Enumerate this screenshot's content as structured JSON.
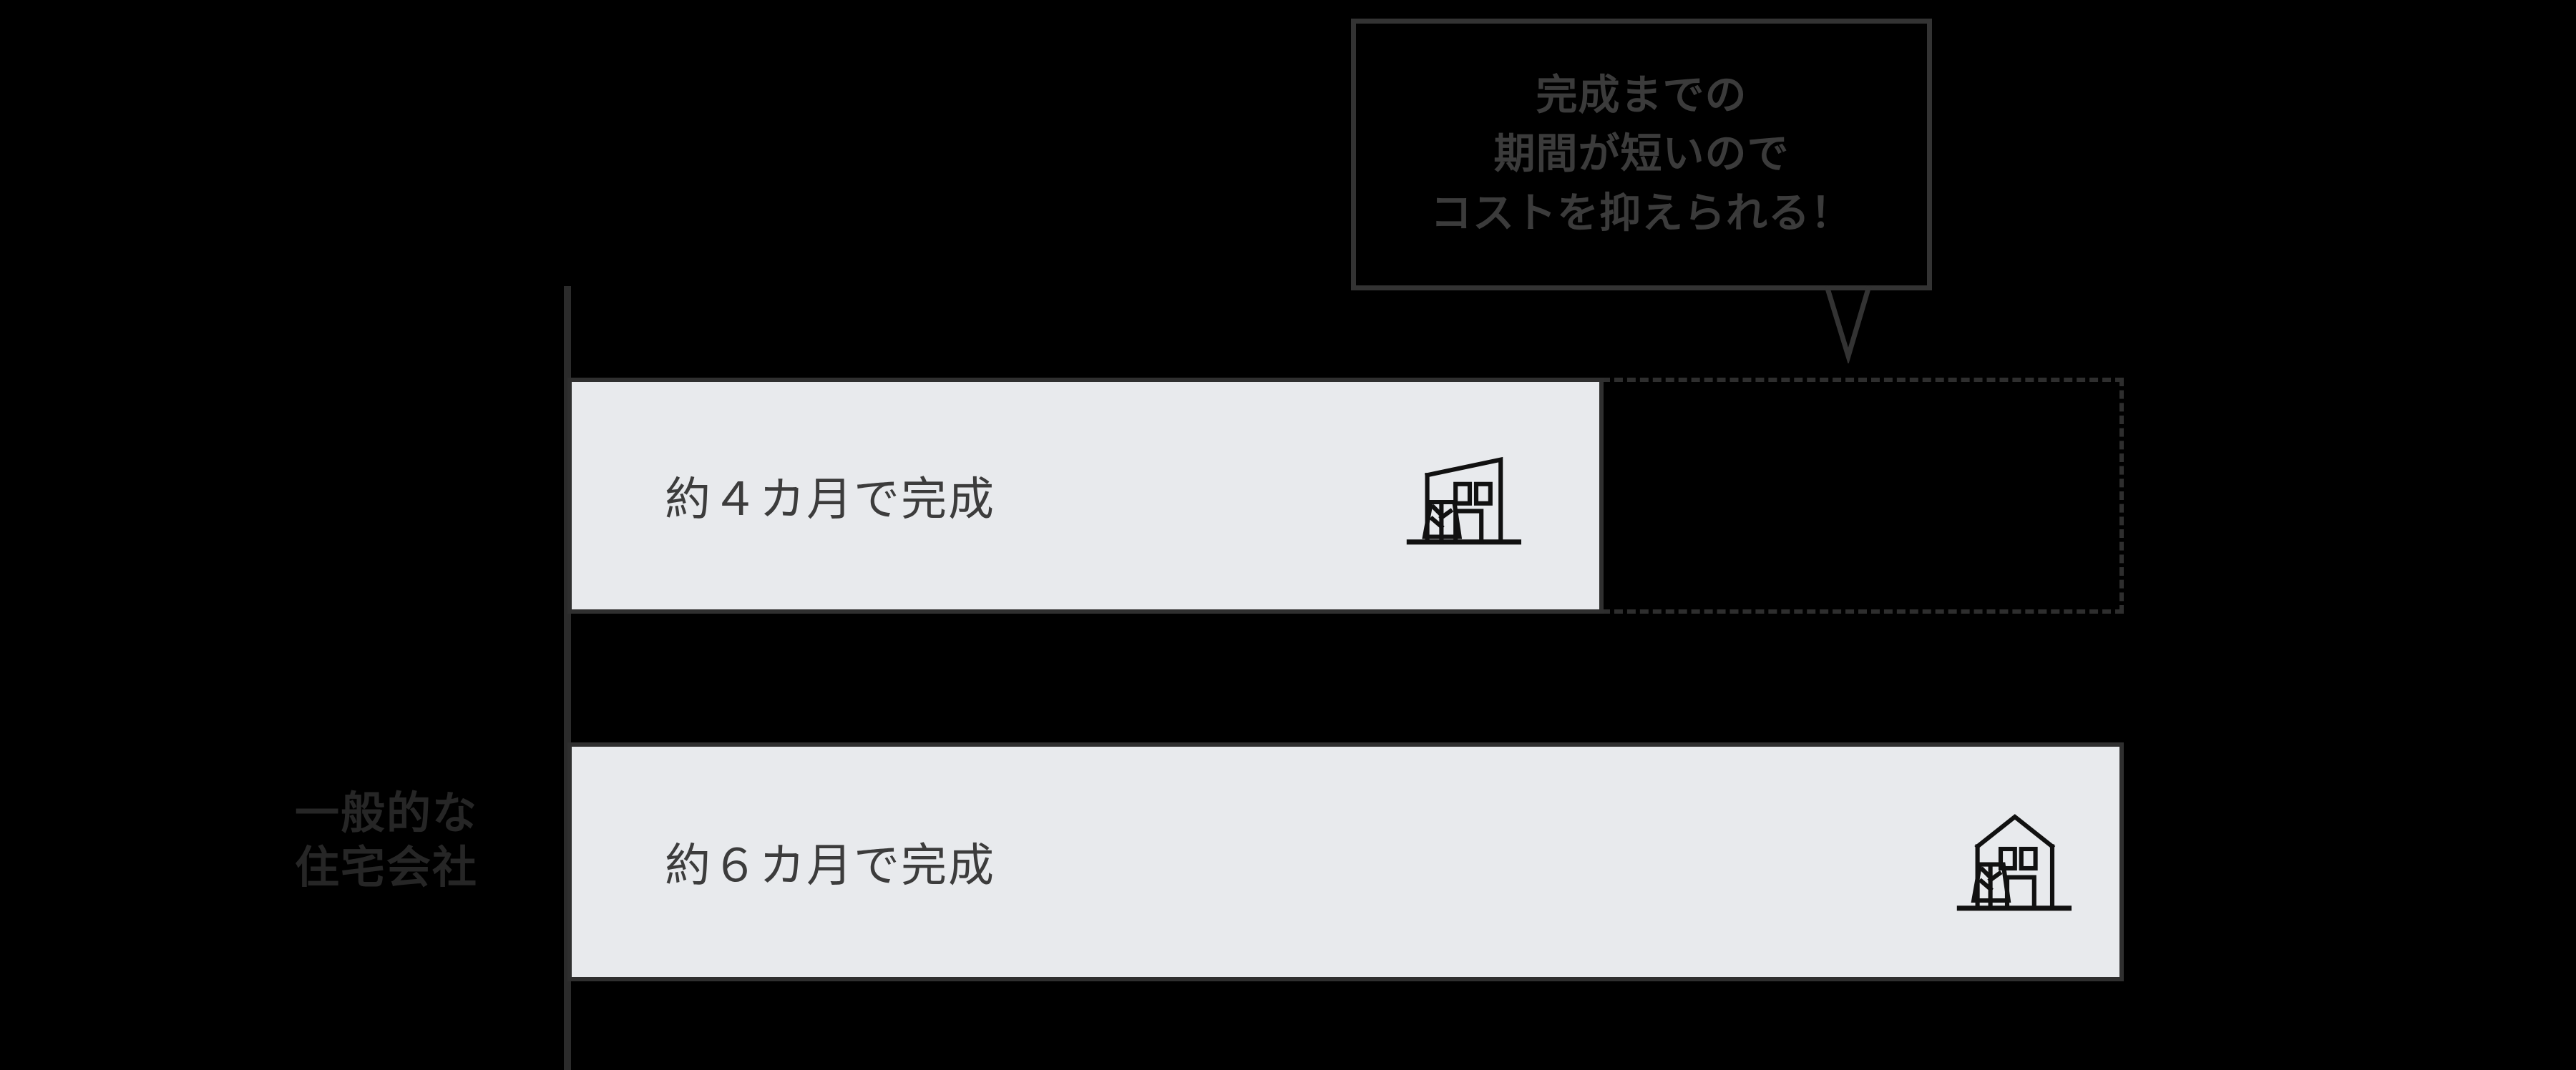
{
  "chart_data": {
    "type": "bar",
    "title": "",
    "subtitle": "",
    "xlabel": "",
    "ylabel": "",
    "orientation": "horizontal",
    "grid": false,
    "legend": "none",
    "unit": "カ月",
    "xlim": [
      0,
      6
    ],
    "categories": [
      "",
      "一般的な\n住宅会社"
    ],
    "values": [
      4,
      6
    ],
    "bar_labels": [
      "約４カ月で完成",
      "約６カ月で完成"
    ],
    "annotations": [
      {
        "type": "callout",
        "target": "bar-1-remainder",
        "text": "完成までの\n期間が短いので\nコストを抑えられる！"
      },
      {
        "type": "dashed-extension",
        "target": "bar-1",
        "from": 4,
        "to": 6,
        "note": "saved time shown as dashed phantom bar"
      }
    ]
  },
  "axis": {
    "label": "一般的な\n住宅会社"
  },
  "bars": [
    {
      "id": "bar-ours",
      "label": "約４カ月で完成",
      "months": 4,
      "icon": "flat-roof-house-with-tree-icon"
    },
    {
      "id": "bar-other",
      "label": "約６カ月で完成",
      "months": 6,
      "icon": "gable-roof-house-with-tree-icon"
    }
  ],
  "callout": {
    "text": "完成までの\n期間が短いので\nコストを抑えられる！"
  },
  "colors": {
    "background": "#000000",
    "bar_fill": "#e8eaed",
    "bar_stroke": "#2f2f2f",
    "dashed_stroke": "#2e2e2e",
    "bar_text": "#3c3c3c",
    "callout_text": "#3b3b3b",
    "category_text": "#262626",
    "icon_stroke": "#111111"
  }
}
